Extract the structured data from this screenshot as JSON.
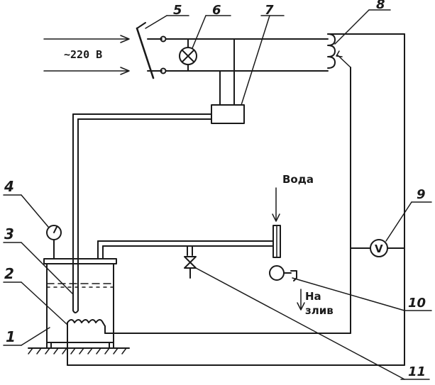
{
  "labels": {
    "supply": "~220 В",
    "water": "Вода",
    "drain_line1": "На",
    "drain_line2": "злив",
    "voltmeter": "V"
  },
  "numbers": {
    "n1": "1",
    "n2": "2",
    "n3": "3",
    "n4": "4",
    "n5": "5",
    "n6": "6",
    "n7": "7",
    "n8": "8",
    "n9": "9",
    "n10": "10",
    "n11": "11"
  },
  "colors": {
    "ink": "#1a1a1a",
    "paper": "#ffffff"
  }
}
